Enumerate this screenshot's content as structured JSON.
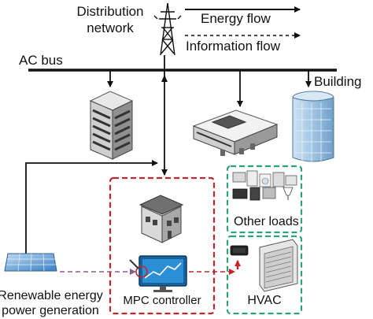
{
  "labels": {
    "distribution_network_line1": "Distribution",
    "distribution_network_line2": "network",
    "energy_flow": "Energy flow",
    "information_flow": "Information flow",
    "ac_bus": "AC bus",
    "building": "Building",
    "other_loads": "Other loads",
    "renewable_line1": "Renewable energy",
    "renewable_line2": "power generation",
    "mpc_controller": "MPC controller",
    "hvac": "HVAC"
  },
  "colors": {
    "ink": "#111111",
    "mpc_box_border": "#c0262c",
    "loads_box_border": "#2aa37b",
    "info_flow_dash": "#8a5a8a",
    "hvac_arrow": "#c0262c",
    "monitor_screen": "#2b8fd6",
    "solar_panel": "#3b7fc4"
  },
  "icons": [
    "transmission-tower-icon",
    "office-building-icon",
    "factory-building-icon",
    "skyscraper-icon",
    "house-icon",
    "monitor-icon",
    "solar-panel-icon",
    "appliances-icon",
    "hvac-unit-icon"
  ]
}
